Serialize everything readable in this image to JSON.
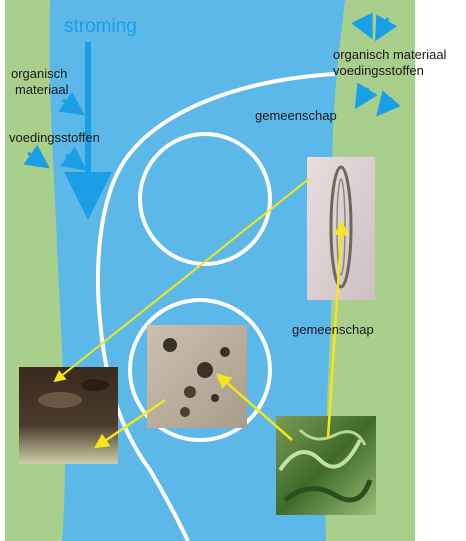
{
  "labels": {
    "flow": "stroming",
    "left_organic_line1": "organisch",
    "left_organic_line2": "materiaal",
    "left_nutrients": "voedingsstoffen",
    "right_organic": "organisch materiaal",
    "right_nutrients": "voedingsstoffen",
    "community_upper": "gemeenschap",
    "community_lower": "gemeenschap"
  },
  "colors": {
    "river": "#5bb8e8",
    "bank": "#a9cf8c",
    "flow_arrow": "#1a9ee6",
    "input_arrow": "#1a9ee6",
    "ring": "#ffffff",
    "link_arrow": "#f5e61a"
  },
  "photos": [
    {
      "name": "photo-diatom",
      "subject": "diatom cell"
    },
    {
      "name": "photo-particles",
      "subject": "organic particles"
    },
    {
      "name": "photo-streambed",
      "subject": "stream bed sediment"
    },
    {
      "name": "photo-moss",
      "subject": "green aquatic vegetation"
    }
  ]
}
